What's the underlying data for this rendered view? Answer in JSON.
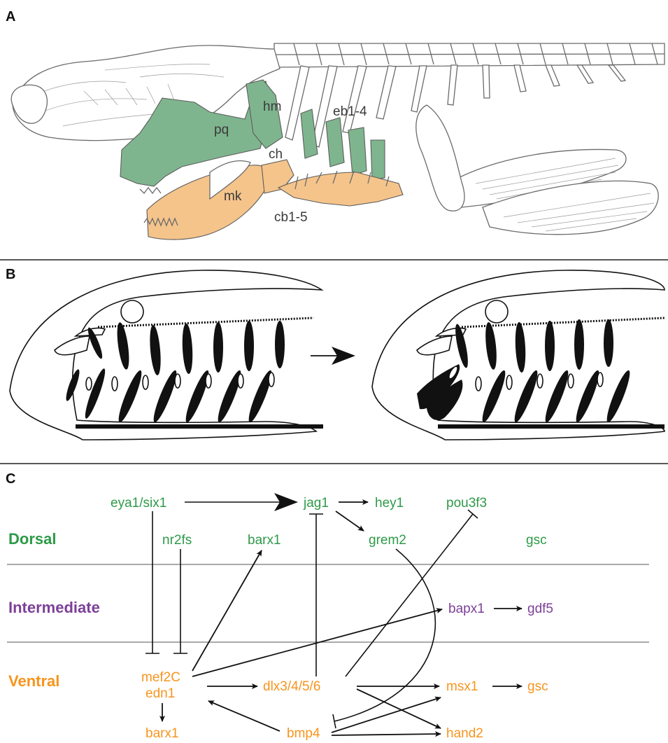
{
  "panels": {
    "a": "A",
    "b": "B",
    "c": "C"
  },
  "panel_a_labels": {
    "hm": "hm",
    "pq": "pq",
    "eb": "eb1-4",
    "ch": "ch",
    "mk": "mk",
    "cb": "cb1-5"
  },
  "regions": {
    "dorsal": "Dorsal",
    "intermediate": "Intermediate",
    "ventral": "Ventral"
  },
  "genes": {
    "eya1_six1": "eya1/six1",
    "jag1": "jag1",
    "hey1": "hey1",
    "pou3f3": "pou3f3",
    "nr2fs": "nr2fs",
    "barx1_dorsal": "barx1",
    "grem2": "grem2",
    "gsc_dorsal": "gsc",
    "bapx1": "bapx1",
    "gdf5": "gdf5",
    "mef2c": "mef2C",
    "edn1": "edn1",
    "dlx": "dlx3/4/5/6",
    "msx1": "msx1",
    "gsc_ventral": "gsc",
    "barx1_ventral": "barx1",
    "bmp4": "bmp4",
    "hand2": "hand2"
  },
  "colors": {
    "dorsal": "#2e9a48",
    "intermediate": "#7d3f98",
    "ventral": "#f7941d",
    "dorsal_cartilage": "#7fb58e",
    "ventral_cartilage": "#f5c48b"
  }
}
